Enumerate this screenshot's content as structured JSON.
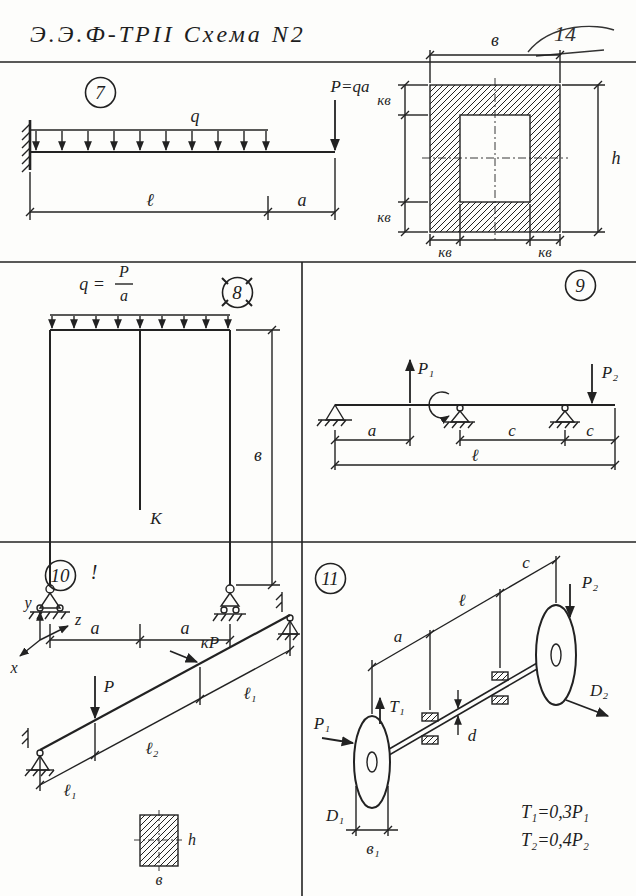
{
  "diagram": {
    "title": "Э.Э.Ф-ТРII Схема N2",
    "nodes": [
      {
        "text": [
          "7"
        ]
      },
      {
        "text": [
          "8"
        ]
      },
      {
        "text": [
          "9"
        ]
      },
      {
        "text": [
          "10"
        ]
      },
      {
        "text": [
          "11"
        ]
      }
    ],
    "labels": [
      "14",
      "q",
      "P=qa",
      "ℓ",
      "a",
      "в",
      "кв",
      "кв",
      "кв",
      "кв",
      "h",
      "q =",
      "P",
      "a",
      "в",
      "К",
      "a",
      "a",
      "P₁",
      "P₂",
      "a",
      "c",
      "c",
      "ℓ",
      "!",
      "y",
      "z",
      "x",
      "P",
      "кP",
      "ℓ₁",
      "ℓ₂",
      "ℓ₁",
      "h",
      "в",
      "P₁",
      "T₁",
      "a",
      "ℓ",
      "c",
      "P₂",
      "D₁",
      "D₂",
      "d",
      "в₁",
      "T₁=0,3P₁",
      "T₂=0,4P₂"
    ]
  }
}
